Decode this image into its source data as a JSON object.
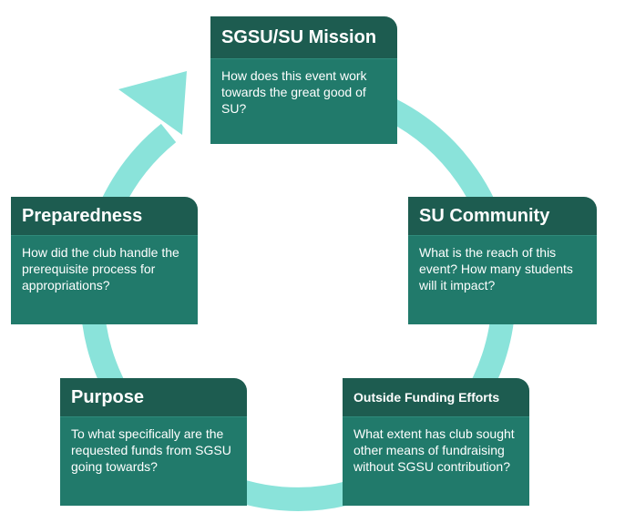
{
  "colors": {
    "ring": "#8ae3da",
    "header": "#1d5c50",
    "body": "#217a6b",
    "text": "#ffffff"
  },
  "cards": {
    "mission": {
      "title": "SGSU/SU Mission",
      "text": "How does this event work towards the great good of SU?"
    },
    "community": {
      "title": "SU Community",
      "text": "What is the reach of this event? How many students will it impact?"
    },
    "funding": {
      "title": "Outside Funding Efforts",
      "text": "What extent has club sought other means of fundraising without SGSU contribution?"
    },
    "purpose": {
      "title": "Purpose",
      "text": "To what specifically are the requested funds from SGSU going towards?"
    },
    "preparedness": {
      "title": "Preparedness",
      "text": "How did the club handle the prerequisite process for appropriations?"
    }
  }
}
